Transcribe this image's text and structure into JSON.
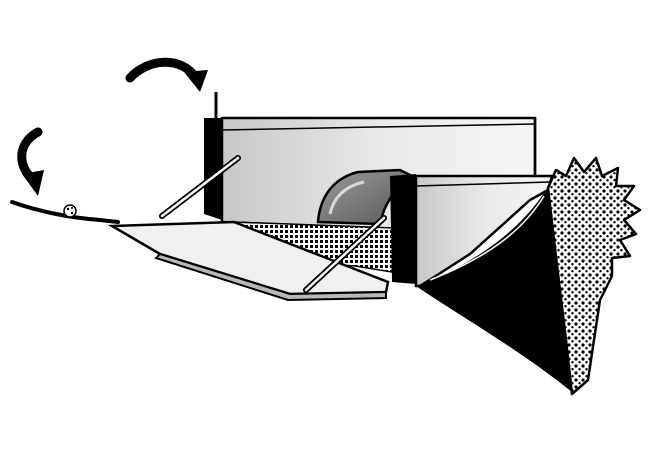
{
  "illustration": {
    "colors": {
      "ink": "#000000",
      "paper": "#ffffff",
      "light_gray": "#e4e4e4",
      "mid_gray": "#b4b4b4",
      "dark_gray": "#707070"
    },
    "arrows": [
      {
        "name": "curved-arrow-top",
        "direction": "clockwise-down"
      },
      {
        "name": "curved-arrow-left",
        "direction": "counterclockwise-down"
      }
    ],
    "parts": [
      "rear-panel",
      "front-panel",
      "curved-deflector",
      "mesh-grate",
      "base-tray",
      "support-rod-left",
      "support-rod-right",
      "flexible-strip",
      "ball",
      "spiky-seed-pod"
    ]
  }
}
